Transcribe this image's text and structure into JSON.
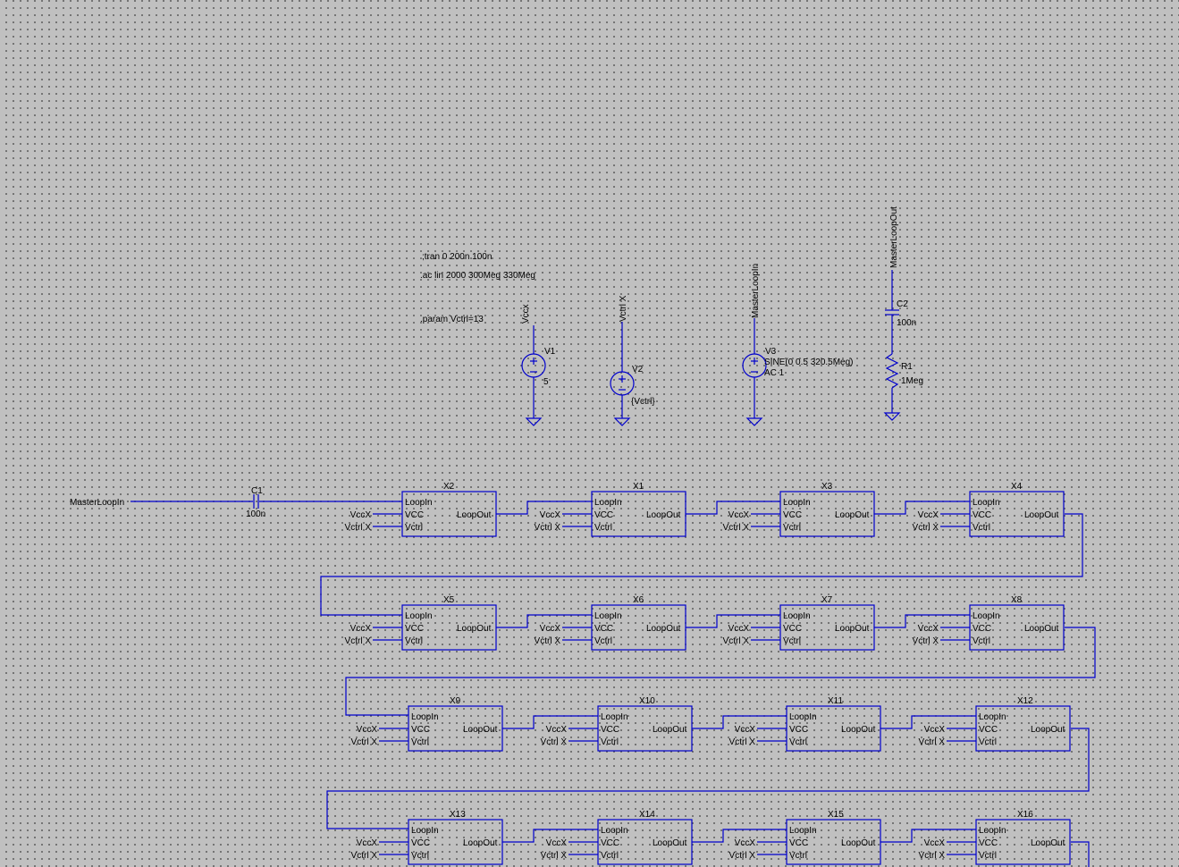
{
  "directives": {
    "tran": ";tran 0 200n 100n",
    "ac": ".ac lin 2000 300Meg 330Meg",
    "param": ".param Vctrl=13"
  },
  "sources": {
    "v1": {
      "ref": "V1",
      "value": "5",
      "net": "Vccx"
    },
    "v2": {
      "ref": "V2",
      "value": "{Vctrl}",
      "net": "Vctrl X"
    },
    "v3": {
      "ref": "V3",
      "value_line1": "SINE(0 0.5 320.5Meg)",
      "value_line2": "AC 1",
      "net": "MasterLoopIn"
    }
  },
  "rc": {
    "c2": {
      "ref": "C2",
      "value": "100n"
    },
    "r1": {
      "ref": "R1",
      "value": "1Meg"
    },
    "net": "MasterLoopOut"
  },
  "input": {
    "net": "MasterLoopIn",
    "c1_ref": "C1",
    "c1_value": "100n"
  },
  "block_pins": {
    "loop_in": "LoopIn",
    "vcc": "VCC",
    "vctrl": "Vctrl",
    "loop_out": "LoopOut",
    "vcc_net": "VccX",
    "vctrl_net": "Vctrl X"
  },
  "block_rows": [
    [
      "X2",
      "X1",
      "X3",
      "X4"
    ],
    [
      "X5",
      "X6",
      "X7",
      "X8"
    ],
    [
      "X9",
      "X10",
      "X11",
      "X12"
    ],
    [
      "X13",
      "X14",
      "X15",
      "X16"
    ]
  ],
  "colors": {
    "wire": "#0000cc",
    "background": "#c0c0c0",
    "grid_dot": "#5a5a5a"
  }
}
